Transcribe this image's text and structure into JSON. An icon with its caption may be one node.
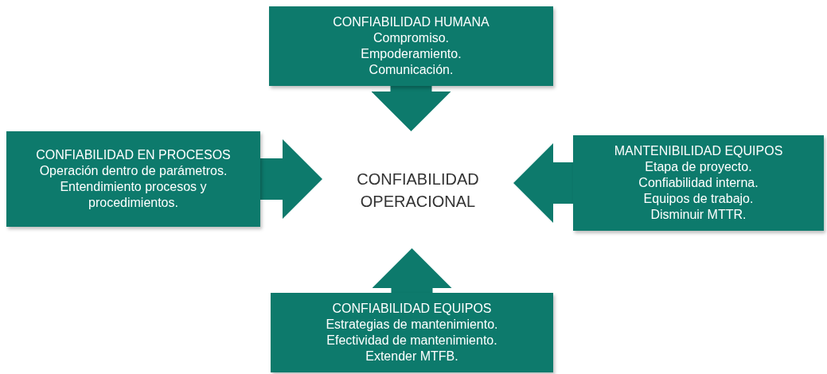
{
  "diagram": {
    "nodes": [
      {
        "text": [
          "CONFIABILIDAD HUMANA",
          "Compromiso.",
          "Empoderamiento.",
          "Comunicación."
        ]
      },
      {
        "text": [
          "CONFIABILIDAD EN PROCESOS",
          "Operación dentro de parámetros.",
          "Entendimiento procesos y procedimientos."
        ]
      },
      {
        "text": [
          "CONFIABILIDAD OPERACIONAL"
        ]
      },
      {
        "text": [
          "MANTENIBILIDAD EQUIPOS",
          "Etapa de proyecto.",
          "Confiabilidad interna.",
          "Equipos de trabajo.",
          "Disminuir MTTR."
        ]
      },
      {
        "text": [
          "CONFIABILIDAD EQUIPOS",
          "Estrategias de mantenimiento.",
          "Efectividad de mantenimiento.",
          "Extender MTFB."
        ]
      }
    ],
    "edges": [
      {
        "from": 0,
        "to": 2,
        "arrow": "to"
      },
      {
        "from": 1,
        "to": 2,
        "arrow": "to"
      },
      {
        "from": 3,
        "to": 2,
        "arrow": "to"
      },
      {
        "from": 4,
        "to": 2,
        "arrow": "to"
      }
    ]
  }
}
